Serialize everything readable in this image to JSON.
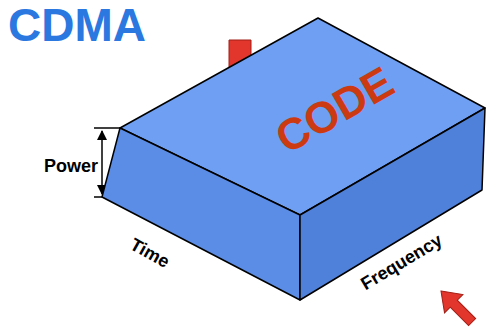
{
  "diagram": {
    "title": "CDMA",
    "nodes": [
      {
        "text": [
          "CODE"
        ]
      }
    ],
    "labels": [
      "Power",
      "Time",
      "Frequency"
    ]
  }
}
